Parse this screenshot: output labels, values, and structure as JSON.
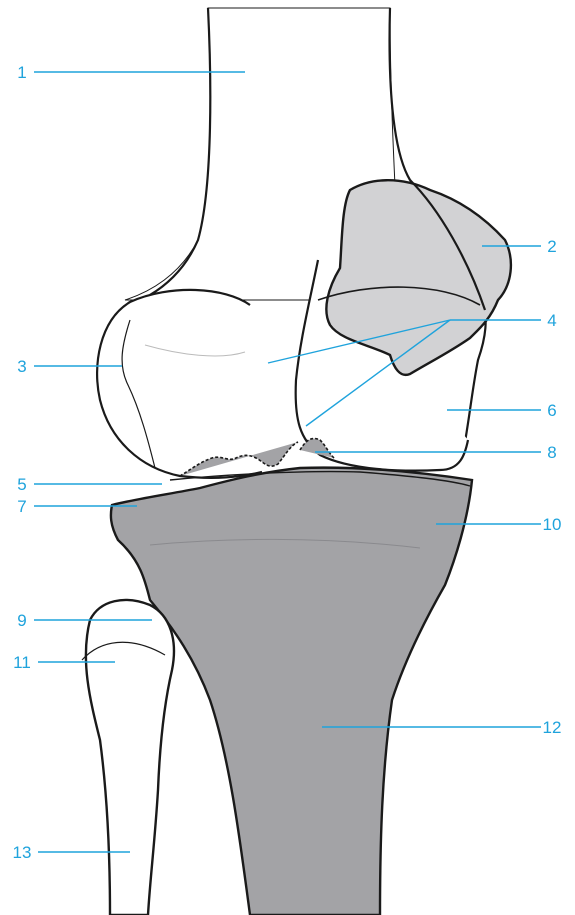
{
  "colors": {
    "leader": "#1fa3dc",
    "label": "#1fa3dc",
    "outline": "#1a1a1a",
    "bone_white": "#ffffff",
    "patella_fill": "#d2d2d4",
    "tibia_fill": "#a3a3a6"
  },
  "labels": [
    {
      "id": "1",
      "text": "1"
    },
    {
      "id": "2",
      "text": "2"
    },
    {
      "id": "3",
      "text": "3"
    },
    {
      "id": "4",
      "text": "4"
    },
    {
      "id": "5",
      "text": "5"
    },
    {
      "id": "6",
      "text": "6"
    },
    {
      "id": "7",
      "text": "7"
    },
    {
      "id": "8",
      "text": "8"
    },
    {
      "id": "9",
      "text": "9"
    },
    {
      "id": "10",
      "text": "10"
    },
    {
      "id": "11",
      "text": "11"
    },
    {
      "id": "12",
      "text": "12"
    },
    {
      "id": "13",
      "text": "13"
    }
  ]
}
